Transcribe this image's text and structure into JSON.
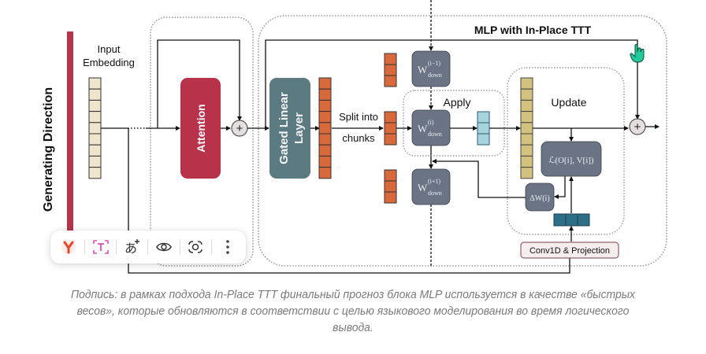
{
  "diagram": {
    "side_label": "Generating Direction",
    "input_embedding_line1": "Input",
    "input_embedding_line2": "Embedding",
    "attention": "Attention",
    "gated_linear_line1": "Gated Linear",
    "gated_linear_line2": "Layer",
    "split_line1": "Split into",
    "split_line2": "chunks",
    "mlp_title": "MLP with In-Place TTT",
    "apply": "Apply",
    "update": "Update",
    "w_prev_sup": "(i−1)",
    "w_cur_sup": "(i)",
    "w_next_sup": "(i+1)",
    "w_base": "W",
    "w_sub": "down",
    "loss_label": "ℒ(O[i], V[i])",
    "delta_label": "ΔW(i)",
    "conv_label": "Conv1D & Projection",
    "plus": "+",
    "colors": {
      "attention": "#b8324a",
      "gated_linear": "#5b7a82",
      "w_block": "#6b7485",
      "orange_cell": "#d9693a",
      "beige_cell": "#eee6cc",
      "gold_cell": "#d2c27e",
      "light_blue_cell": "#a7d3df",
      "teal_cell": "#2d6f86",
      "direction_bar": "#b8324a",
      "cursor": "#22c99a"
    }
  },
  "toolbar": {
    "items": [
      {
        "icon": "yandex-browser-icon"
      },
      {
        "icon": "text-recognition-icon"
      },
      {
        "icon": "translate-icon"
      },
      {
        "icon": "view-icon"
      },
      {
        "icon": "visual-search-icon"
      },
      {
        "icon": "more-options-icon"
      }
    ]
  },
  "caption": "Подпись: в рамках подхода In-Place TTT финальный прогноз блока MLP используется в качестве «быстрых весов», которые обновляются в соответствии с целью языкового моделирования во время логического вывода."
}
